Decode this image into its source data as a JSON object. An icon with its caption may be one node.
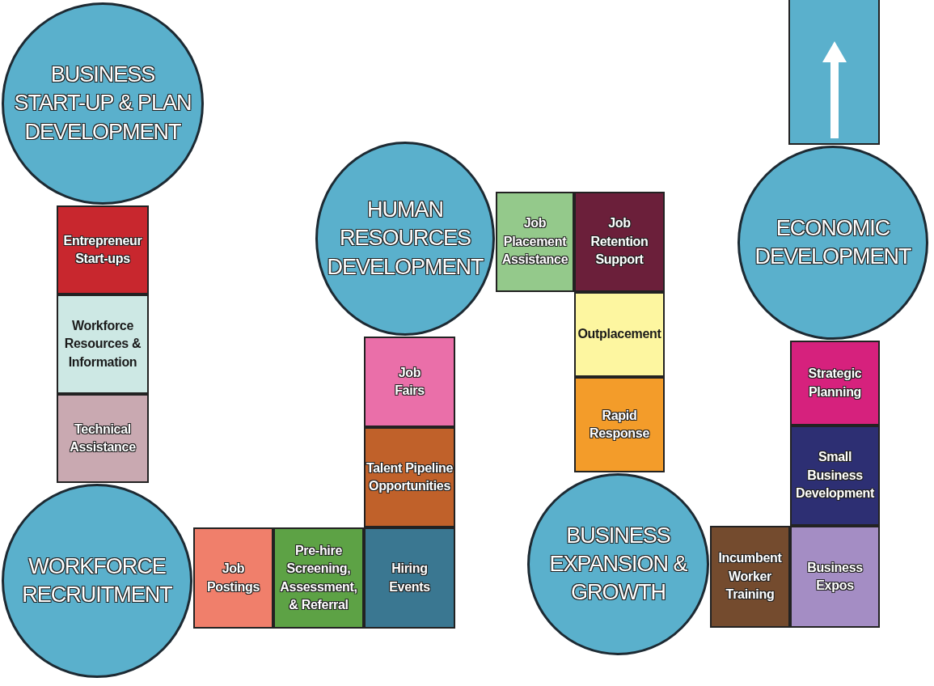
{
  "diagram": {
    "nodes": [
      {
        "text": [
          "BUSINESS START-UP & PLAN DEVELOPMENT"
        ]
      },
      {
        "text": [
          "Entrepreneur Start-ups"
        ]
      },
      {
        "text": [
          "Workforce Resources & Information"
        ]
      },
      {
        "text": [
          "Technical Assistance"
        ]
      },
      {
        "text": [
          "WORKFORCE RECRUITMENT"
        ]
      },
      {
        "text": [
          "Job Postings"
        ]
      },
      {
        "text": [
          "Pre-hire Screening, Assessment, & Referral"
        ]
      },
      {
        "text": [
          "Hiring Events"
        ]
      },
      {
        "text": [
          "Talent Pipeline Opportunities"
        ]
      },
      {
        "text": [
          "Job Fairs"
        ]
      },
      {
        "text": [
          "HUMAN RESOURCES DEVELOPMENT"
        ]
      },
      {
        "text": [
          "Job Placement Assistance"
        ]
      },
      {
        "text": [
          "Job Retention Support"
        ]
      },
      {
        "text": [
          "Outplacement"
        ]
      },
      {
        "text": [
          "Rapid Response"
        ]
      },
      {
        "text": [
          "BUSINESS EXPANSION & GROWTH"
        ]
      },
      {
        "text": [
          "Incumbent Worker Training"
        ]
      },
      {
        "text": [
          "Business Expos"
        ]
      },
      {
        "text": [
          "Small Business Development"
        ]
      },
      {
        "text": [
          "Strategic Planning"
        ]
      },
      {
        "text": [
          "ECONOMIC DEVELOPMENT"
        ]
      },
      {
        "text": [],
        "shape": "bar"
      }
    ]
  }
}
